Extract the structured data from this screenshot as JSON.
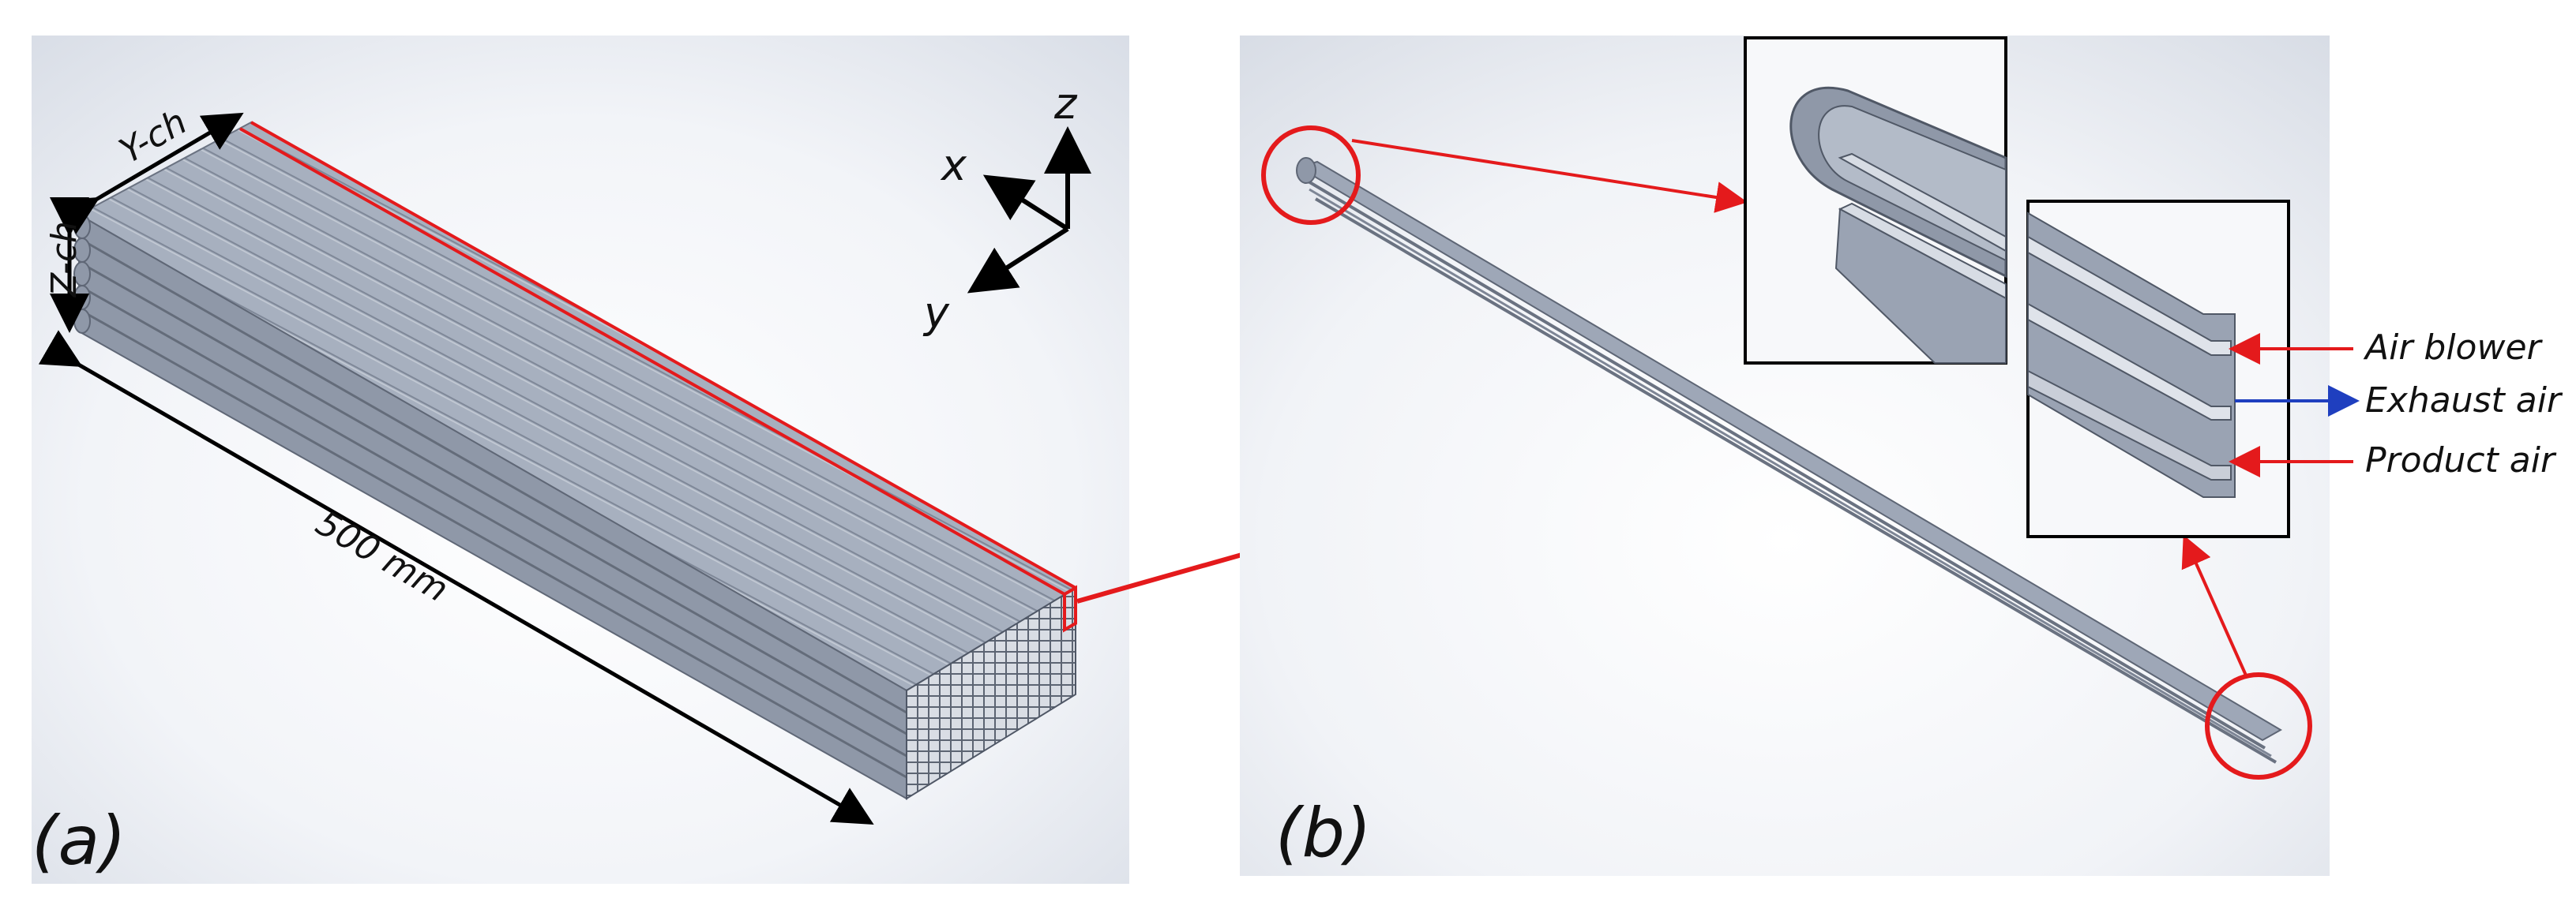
{
  "figure": {
    "panel_a": {
      "label": "(a)",
      "dimension_y": "Y-ch",
      "dimension_z": "Z-ch",
      "length_label": "500 mm",
      "axes": {
        "x": "x",
        "y": "y",
        "z": "z"
      }
    },
    "panel_b": {
      "label": "(b)",
      "flows": [
        {
          "name": "air-blower",
          "label": "Air blower",
          "direction": "in"
        },
        {
          "name": "exhaust-air",
          "label": "Exhaust air",
          "direction": "out"
        },
        {
          "name": "product-air",
          "label": "Product air",
          "direction": "in"
        }
      ]
    },
    "colors": {
      "highlight": "#e41a1c",
      "exhaust": "#1f3fbf",
      "body_light": "#a9b2c2",
      "body_dark": "#6e7787",
      "outline": "#000000"
    }
  }
}
